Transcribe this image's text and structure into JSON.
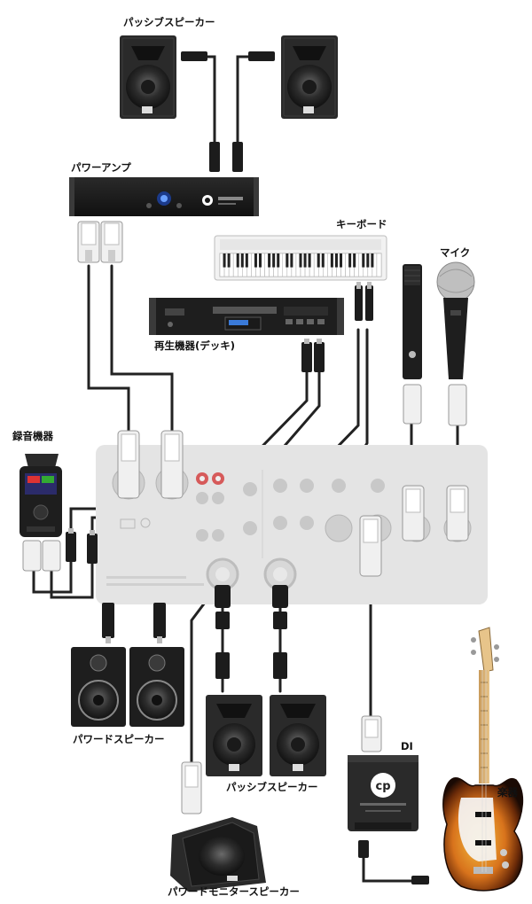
{
  "labels": {
    "passive_speaker_top": "パッシブスピーカー",
    "power_amp": "パワーアンプ",
    "keyboard": "キーボード",
    "mic": "マイク",
    "player_deck": "再生機器(デッキ)",
    "recorder": "録音機器",
    "powered_speaker": "パワードスピーカー",
    "passive_speaker_bottom": "パッシブスピーカー",
    "di": "DI",
    "instrument": "楽器",
    "powered_monitor": "パワードモニタースピーカー"
  },
  "colors": {
    "cable": "#222222",
    "mixer_body": "#e4e4e4",
    "mixer_text": "#9a9a9a",
    "xlr_plug": "#f0f0f0",
    "jack": "#c8c8c8",
    "speaker_cabinet": "#2a2a2a",
    "bass_sunburst": "#e89a2c",
    "rca_red": "#cc3333"
  },
  "icons": [
    "speaker-icon",
    "amplifier-icon",
    "keyboard-icon",
    "microphone-icon",
    "cd-player-icon",
    "recorder-icon",
    "mixer-icon",
    "di-box-icon",
    "bass-guitar-icon",
    "monitor-wedge-icon",
    "xlr-connector-icon",
    "phone-plug-icon",
    "rca-plug-icon"
  ]
}
